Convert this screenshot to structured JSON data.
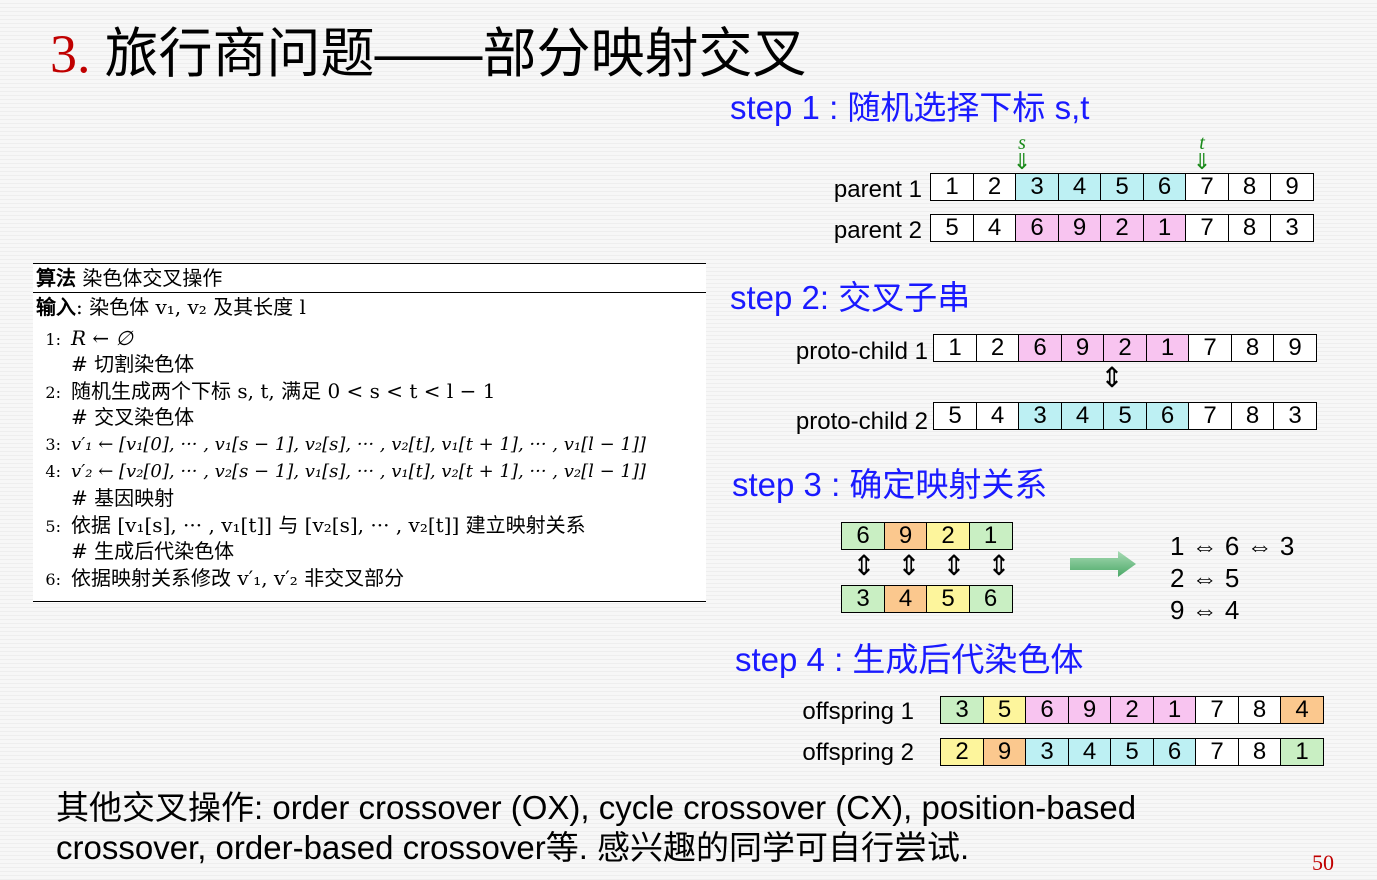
{
  "title": {
    "number": "3.",
    "text": "旅行商问题——部分映射交叉"
  },
  "algorithm": {
    "header_bold": "算法",
    "header_text": "染色体交叉操作",
    "input_bold": "输入",
    "input_text": ": 染色体 v₁, v₂ 及其长度 l",
    "lines": [
      {
        "no": "1:",
        "text": "R ← ∅"
      },
      {
        "no": "",
        "text": "# 切割染色体"
      },
      {
        "no": "2:",
        "text": "随机生成两个下标 s, t, 满足 0 < s < t < l − 1"
      },
      {
        "no": "",
        "text": "# 交叉染色体"
      },
      {
        "no": "3:",
        "text": "v′₁ ← [v₁[0], ··· , v₁[s − 1], v₂[s], ··· , v₂[t], v₁[t + 1], ··· , v₁[l − 1]]"
      },
      {
        "no": "4:",
        "text": "v′₂ ← [v₂[0], ··· , v₂[s − 1], v₁[s], ··· , v₁[t], v₂[t + 1], ··· , v₂[l − 1]]"
      },
      {
        "no": "",
        "text": "# 基因映射"
      },
      {
        "no": "5:",
        "text": "依据 [v₁[s], ··· , v₁[t]] 与 [v₂[s], ··· , v₂[t]] 建立映射关系"
      },
      {
        "no": "",
        "text": "# 生成后代染色体"
      },
      {
        "no": "6:",
        "text": "依据映射关系修改 v′₁, v′₂ 非交叉部分"
      }
    ]
  },
  "step1": {
    "label": "step 1 : 随机选择下标 s,t",
    "marker_s": "s",
    "marker_t": "t",
    "parent1": {
      "label": "parent 1",
      "cells": [
        "1",
        "2",
        "3",
        "4",
        "5",
        "6",
        "7",
        "8",
        "9"
      ],
      "colors": [
        "w",
        "w",
        "c",
        "c",
        "c",
        "c",
        "w",
        "w",
        "w"
      ]
    },
    "parent2": {
      "label": "parent 2",
      "cells": [
        "5",
        "4",
        "6",
        "9",
        "2",
        "1",
        "7",
        "8",
        "3"
      ],
      "colors": [
        "w",
        "w",
        "p",
        "p",
        "p",
        "p",
        "w",
        "w",
        "w"
      ]
    }
  },
  "step2": {
    "label": "step 2: 交叉子串",
    "child1": {
      "label": "proto-child 1",
      "cells": [
        "1",
        "2",
        "6",
        "9",
        "2",
        "1",
        "7",
        "8",
        "9"
      ],
      "colors": [
        "w",
        "w",
        "p",
        "p",
        "p",
        "p",
        "w",
        "w",
        "w"
      ]
    },
    "child2": {
      "label": "proto-child 2",
      "cells": [
        "5",
        "4",
        "3",
        "4",
        "5",
        "6",
        "7",
        "8",
        "3"
      ],
      "colors": [
        "w",
        "w",
        "c",
        "c",
        "c",
        "c",
        "w",
        "w",
        "w"
      ]
    }
  },
  "step3": {
    "label": "step 3 : 确定映射关系",
    "top": {
      "cells": [
        "6",
        "9",
        "2",
        "1"
      ],
      "colors": [
        "g",
        "o",
        "y",
        "g"
      ]
    },
    "bottom": {
      "cells": [
        "3",
        "4",
        "5",
        "6"
      ],
      "colors": [
        "g",
        "o",
        "y",
        "g"
      ]
    },
    "map1": "1 ⇔ 6 ⇔ 3",
    "map2": "2 ⇔ 5",
    "map3": "9 ⇔ 4"
  },
  "step4": {
    "label": "step 4 : 生成后代染色体",
    "off1": {
      "label": "offspring 1",
      "cells": [
        "3",
        "5",
        "6",
        "9",
        "2",
        "1",
        "7",
        "8",
        "4"
      ],
      "colors": [
        "g",
        "y",
        "p",
        "p",
        "p",
        "p",
        "w",
        "w",
        "o"
      ]
    },
    "off2": {
      "label": "offspring 2",
      "cells": [
        "2",
        "9",
        "3",
        "4",
        "5",
        "6",
        "7",
        "8",
        "1"
      ],
      "colors": [
        "y",
        "o",
        "c",
        "c",
        "c",
        "c",
        "w",
        "w",
        "g"
      ]
    }
  },
  "bottom_text": {
    "line1": "其他交叉操作: order crossover (OX), cycle crossover (CX), position-based",
    "line2": "crossover, order-based crossover等. 感兴趣的同学可自行尝试."
  },
  "page_number": "50"
}
